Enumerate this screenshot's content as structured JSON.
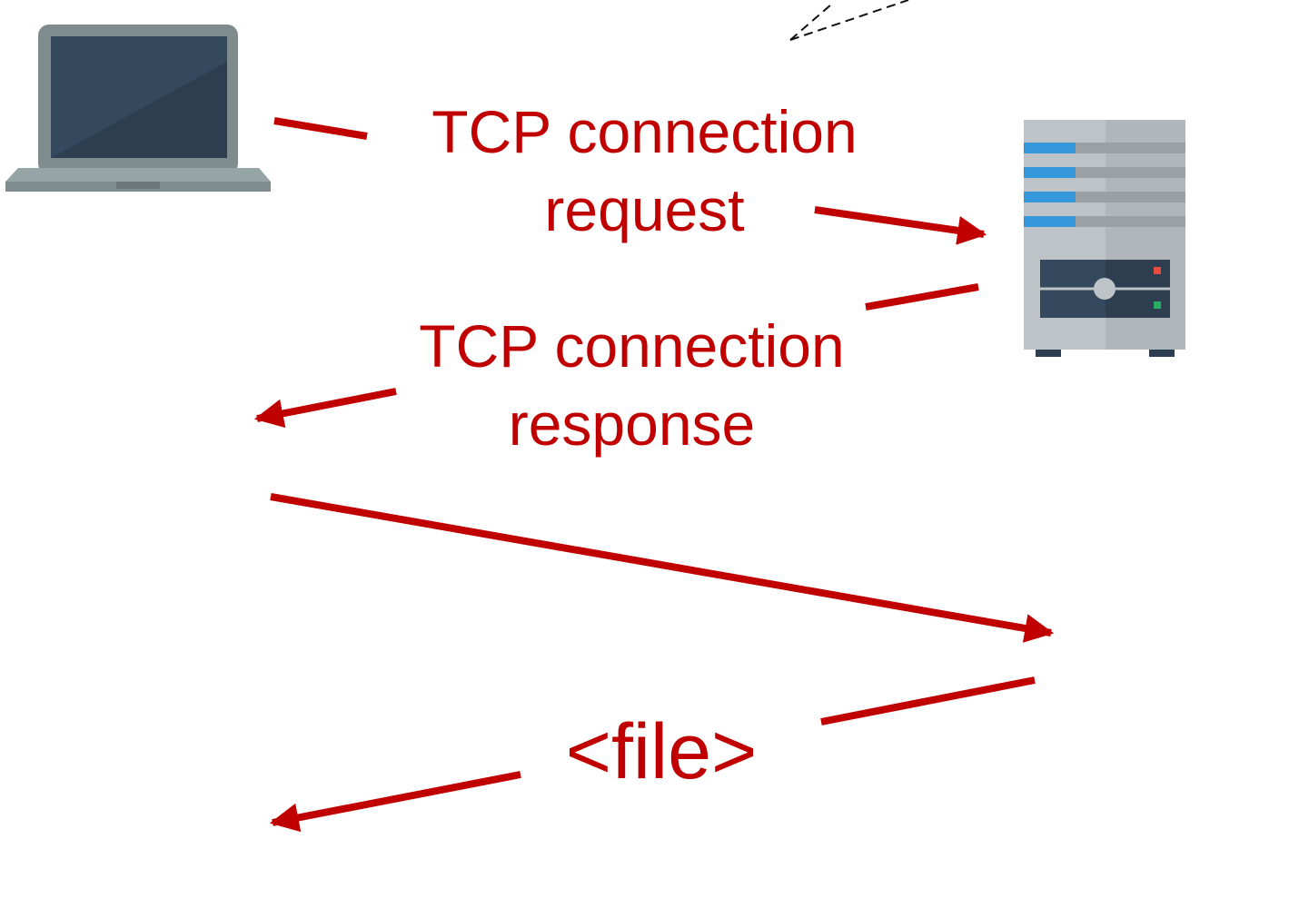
{
  "colors": {
    "arrow": "#c00000",
    "text": "#c00000"
  },
  "icons": {
    "client": "laptop-icon",
    "server": "server-icon"
  },
  "labels": {
    "request_line1": "TCP connection",
    "request_line2": "request",
    "response_line1": "TCP connection",
    "response_line2": "response",
    "file": "<file>"
  }
}
